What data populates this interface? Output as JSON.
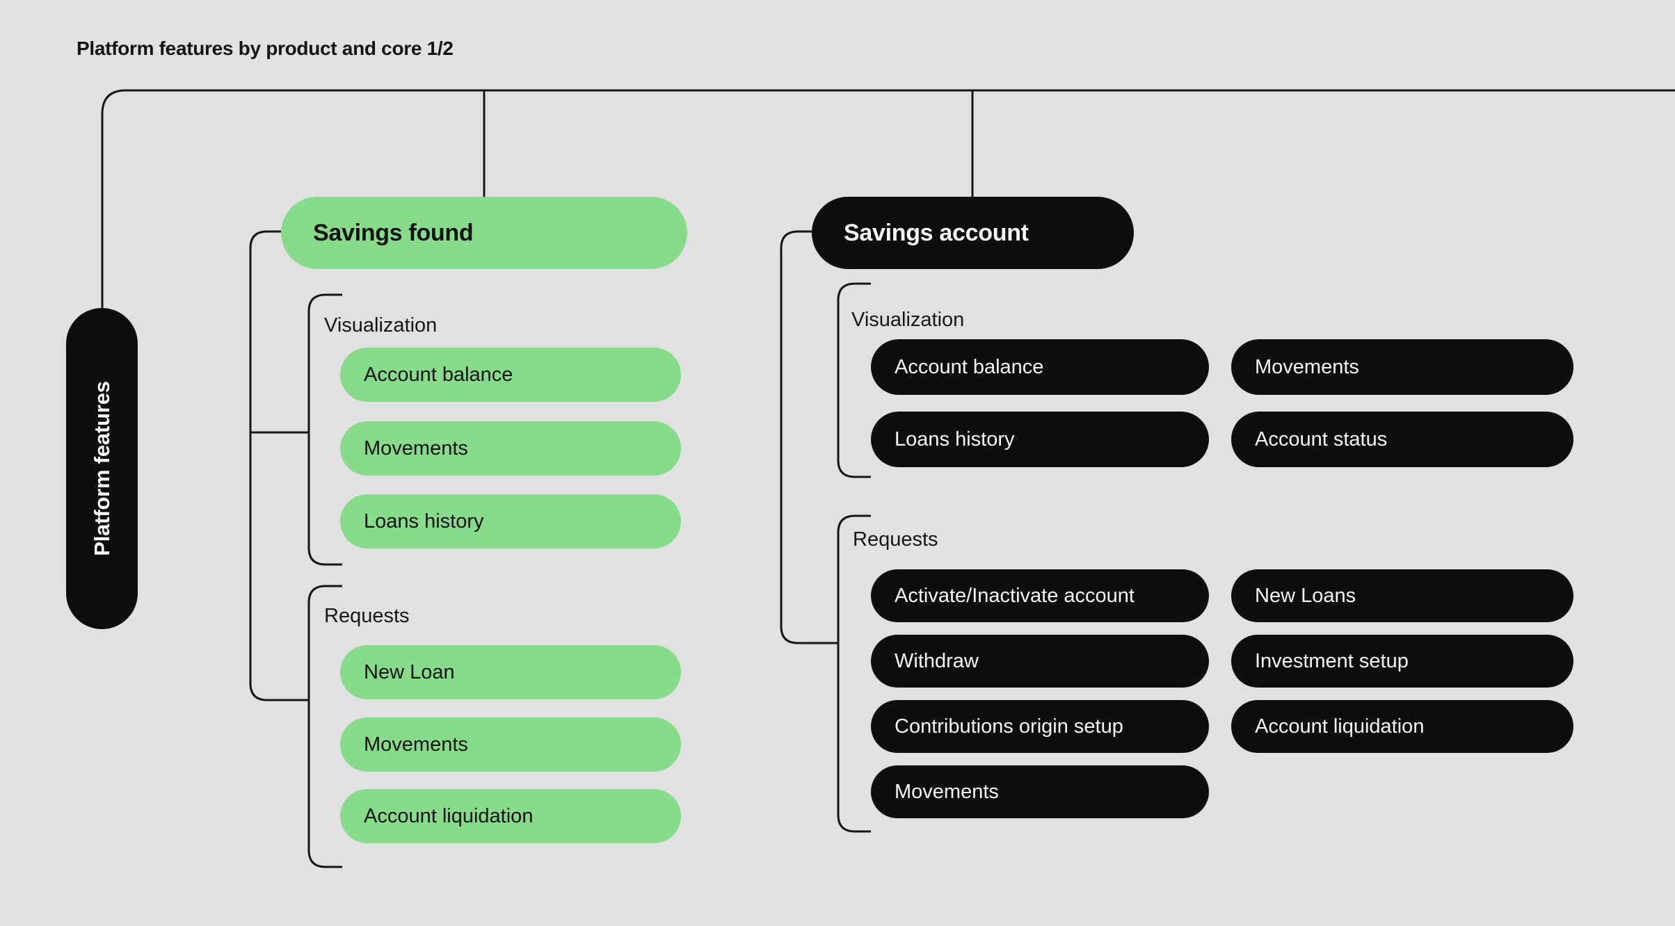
{
  "title": "Platform features by product and core 1/2",
  "root": {
    "label": "Platform features"
  },
  "colors": {
    "background": "#e1e1e1",
    "green": "#87db8a",
    "black": "#0d0e0e",
    "line": "#161616"
  },
  "branches": [
    {
      "label": "Savings found",
      "style": "green",
      "sections": [
        {
          "label": "Visualization",
          "items": [
            "Account balance",
            "Movements",
            "Loans history"
          ]
        },
        {
          "label": "Requests",
          "items": [
            "New Loan",
            "Movements",
            "Account liquidation"
          ]
        }
      ]
    },
    {
      "label": "Savings account",
      "style": "black",
      "sections": [
        {
          "label": "Visualization",
          "items": [
            "Account balance",
            "Movements",
            "Loans history",
            "Account status"
          ]
        },
        {
          "label": "Requests",
          "items": [
            "Activate/Inactivate account",
            "New Loans",
            "Withdraw",
            "Investment setup",
            "Contributions origin setup",
            "Account liquidation",
            "Movements"
          ]
        }
      ]
    }
  ]
}
